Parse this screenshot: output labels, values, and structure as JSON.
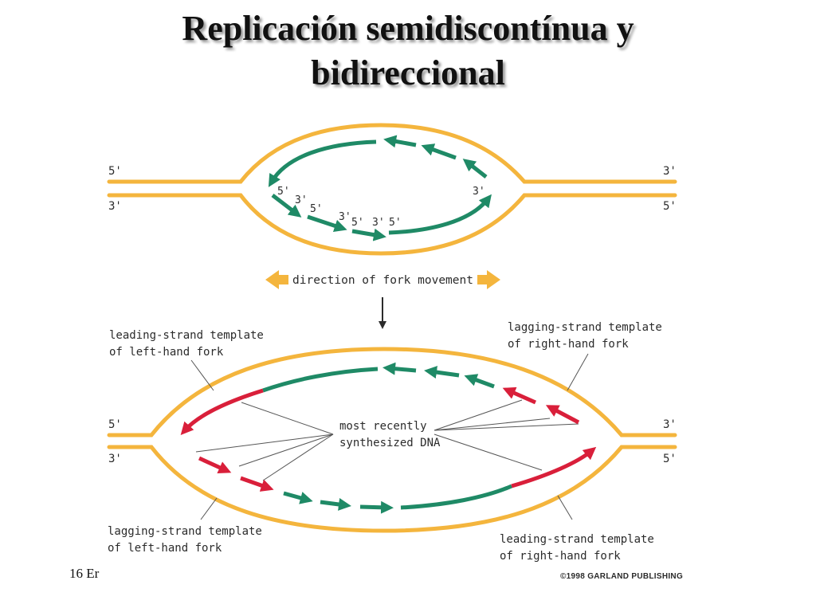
{
  "slide": {
    "title_line1": "Replicación semidiscontínua y",
    "title_line2": "bidireccional",
    "footer": "16 Er",
    "copyright": "©1998 GARLAND PUBLISHING"
  },
  "colors": {
    "parental_strand": "#f4b53d",
    "new_dna": "#1f8a66",
    "recent_dna": "#d91f3a",
    "fork_arrow": "#f4b53d",
    "text": "#2b2b2b"
  },
  "top_diagram": {
    "left_end_top": "5'",
    "left_end_bottom": "3'",
    "right_end_top": "3'",
    "right_end_bottom": "5'",
    "inner_labels": [
      "5'",
      "3'",
      "5'",
      "3'",
      "5'",
      "3'",
      "5'",
      "3'"
    ],
    "fork_movement_label": "direction of fork movement"
  },
  "bottom_diagram": {
    "left_end_top": "5'",
    "left_end_bottom": "3'",
    "right_end_top": "3'",
    "right_end_bottom": "5'",
    "leading_left": [
      "leading-strand template",
      "of left-hand fork"
    ],
    "lagging_right": [
      "lagging-strand template",
      "of right-hand fork"
    ],
    "recent_dna": [
      "most recently",
      "synthesized DNA"
    ],
    "lagging_left": [
      "lagging-strand template",
      "of left-hand fork"
    ],
    "leading_right": [
      "leading-strand template",
      "of right-hand fork"
    ]
  }
}
